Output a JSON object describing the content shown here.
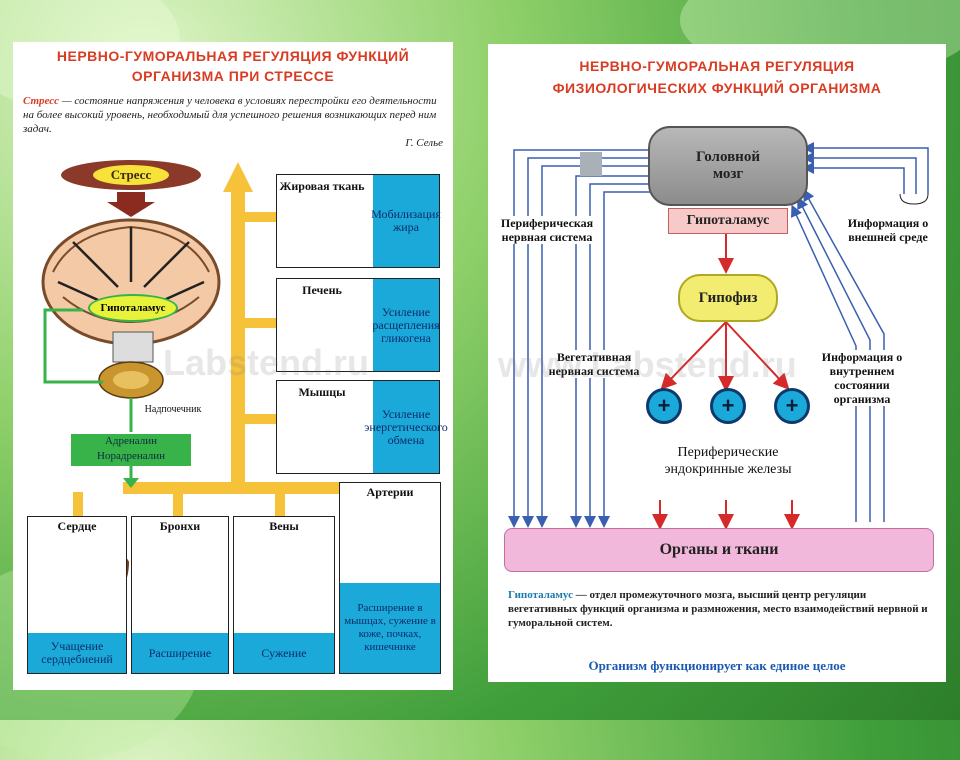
{
  "left": {
    "title_line1": "НЕРВНО-ГУМОРАЛЬНАЯ РЕГУЛЯЦИЯ ФУНКЦИЙ",
    "title_line2": "ОРГАНИЗМА ПРИ СТРЕССЕ",
    "definition_term": "Стресс",
    "definition_text": " — состояние напряжения у человека в условиях перестройки его деятельности на более высокий уровень, необходимый для успешного решения возникающих перед ним задач.",
    "definition_author": "Г. Селье",
    "stress": "Стресс",
    "hypothalamus": "Гипоталамус",
    "adrenal": "Надпочечник",
    "hormones_line1": "Адреналин",
    "hormones_line2": "Норадреналин",
    "targets": [
      {
        "name": "Жировая ткань",
        "effect": "Мобилизация жира"
      },
      {
        "name": "Печень",
        "effect": "Усиление расщепления гликогена"
      },
      {
        "name": "Мышцы",
        "effect": "Усиление энергетического обмена"
      }
    ],
    "organs": [
      {
        "name": "Сердце",
        "effect": "Учащение сердцебиений"
      },
      {
        "name": "Бронхи",
        "effect": "Расширение"
      },
      {
        "name": "Вены",
        "effect": "Сужение"
      },
      {
        "name": "Артерии",
        "effect": "Расширение в мышцах, сужение в коже, почках, кишечнике"
      }
    ],
    "watermark": "Labstend.ru"
  },
  "right": {
    "title_line1": "НЕРВНО-ГУМОРАЛЬНАЯ РЕГУЛЯЦИЯ",
    "title_line2": "ФИЗИОЛОГИЧЕСКИХ ФУНКЦИЙ ОРГАНИЗМА",
    "brain_line1": "Головной",
    "brain_line2": "мозг",
    "hypothalamus": "Гипоталамус",
    "pituitary": "Гипофиз",
    "peripheral_ns": "Периферическая нервная система",
    "vegetative_ns": "Вегетативная нервная система",
    "info_external": "Информация о внешней среде",
    "info_internal": "Информация о внутреннем состоянии организма",
    "glands": "Периферические эндокринные железы",
    "plus": "+",
    "organs": "Органы и ткани",
    "footnote_term": "Гипоталамус",
    "footnote_text": " — отдел промежуточного мозга, высший центр регуляции вегетативных функций организма и размножения, место взаимодействий нервной и гуморальной систем.",
    "conclusion": "Организм функционирует как единое целое",
    "watermark": "www.Labstend.ru"
  }
}
